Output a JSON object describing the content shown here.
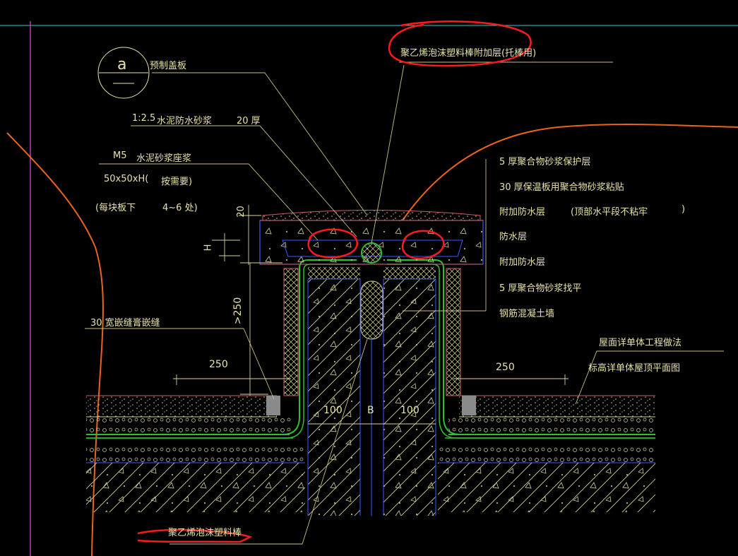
{
  "top_note": "聚乙烯泡沫塑料棒附加层(托棒用)",
  "section_marker": "a",
  "left_labels": {
    "precast_cover": "预制盖板",
    "mortar_prefix": "1:2.5",
    "mortar_name": "水泥防水砂浆",
    "mortar_thickness": "20 厚",
    "m5_prefix": "M5",
    "m5_name": "水泥砂浆座浆",
    "block_size": "50x50xH(",
    "block_note": "按需要)",
    "per_board": "(每块板下",
    "per_board_count": "4~6 处)"
  },
  "right_labels": {
    "layer1": "5 厚聚合物砂浆保护层",
    "layer2": "30 厚保温板用聚合物砂浆粘贴",
    "layer3": "附加防水层",
    "layer3_note": "(顶部水平段不粘牢",
    "layer3_close": ")",
    "layer4": "防水层",
    "layer5": "附加防水层",
    "layer6": "5 厚聚合物砂浆找平",
    "layer7": "钢筋混凝土墙"
  },
  "joint_label": "30 宽嵌缝膏嵌缝",
  "roof_note_1": "屋面详单体工程做法",
  "roof_note_2": "标高详单体屋顶平面图",
  "dims": {
    "h_top": "20",
    "h_var": "H",
    "h_wall": ">250",
    "left_250": "250",
    "right_250": "250",
    "left_100": "100",
    "gap_b": "B",
    "right_100": "100"
  },
  "bottom_note": "聚乙烯泡沫塑料棒",
  "colors": {
    "background": "#000000",
    "text": "#e8e2a8",
    "leader": "#c8c080",
    "concrete": "#e8e2a8",
    "membrane": "#2fbf2f",
    "blue_lines": "#3a5aff",
    "red_markup": "#ff1a1a",
    "orange_markup": "#e8641c",
    "cyan_border": "#37c7d4",
    "magenta": "#b040b0"
  }
}
